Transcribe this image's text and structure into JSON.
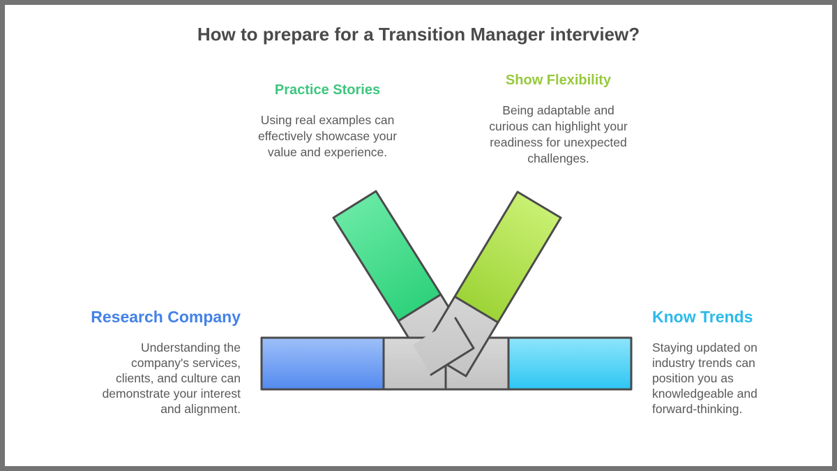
{
  "title": "How to prepare for a Transition Manager interview?",
  "sections": {
    "practice": {
      "heading": "Practice Stories",
      "body": "Using real examples can effectively showcase your value and experience.",
      "accent": "#3fc57e"
    },
    "flexibility": {
      "heading": "Show Flexibility",
      "body": "Being adaptable and curious can highlight your readiness for unexpected challenges.",
      "accent": "#97c93d"
    },
    "research": {
      "heading": "Research Company",
      "body": "Understanding the company's services, clients, and culture can demonstrate your interest and alignment.",
      "accent": "#4381e8"
    },
    "trends": {
      "heading": "Know Trends",
      "body": "Staying updated on industry trends can position you as knowledgeable and forward-thinking.",
      "accent": "#2cb9ea"
    }
  },
  "graphic": {
    "frame_border": "#737373",
    "outline": "#4b4b4b",
    "title_color": "#4a4a4a",
    "body_text_color": "#595959",
    "bar_segments": [
      "blue",
      "gray",
      "gray",
      "cyan"
    ],
    "colors": {
      "green_top": "#68e9a4",
      "green_bottom": "#2fd27c",
      "lime_top": "#c9f073",
      "lime_bottom": "#9ed437",
      "blue_top": "#9dc0f8",
      "blue_bottom": "#548af0",
      "cyan_top": "#8ee5fb",
      "cyan_bottom": "#2ec6f3",
      "gray_top": "#d8d8d8",
      "gray_bottom": "#c2c2c2"
    }
  }
}
